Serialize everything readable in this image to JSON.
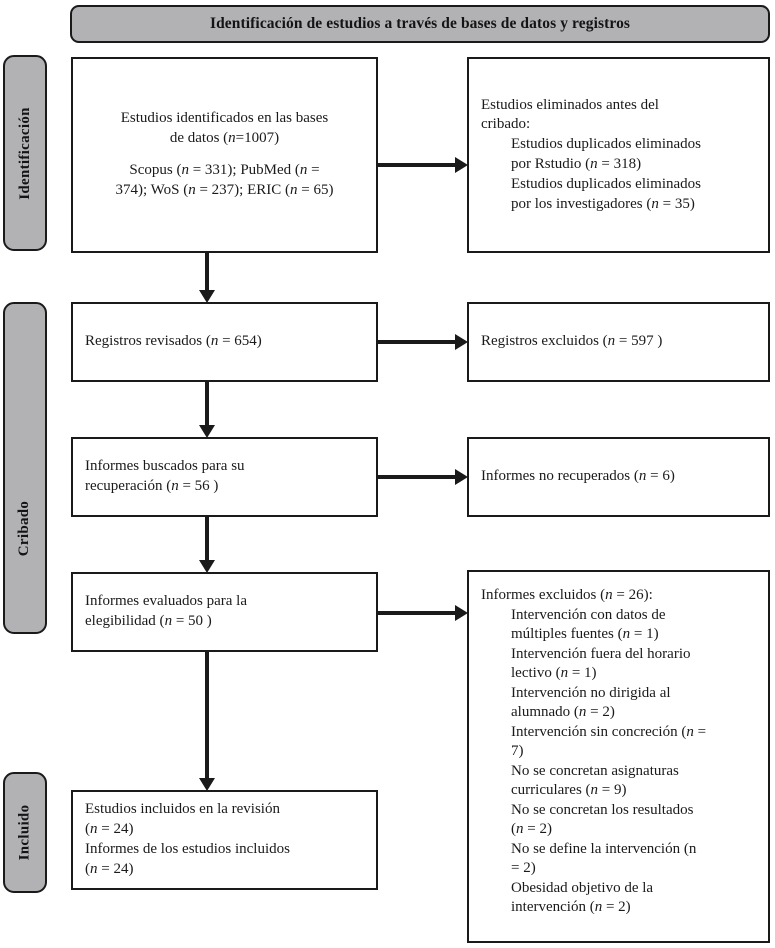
{
  "header": {
    "title": "Identificación de estudios a través de bases de datos y registros"
  },
  "stages": {
    "identificacion": "Identificación",
    "cribado": "Cribado",
    "incluido": "Incluido"
  },
  "boxes": {
    "identificados": {
      "line1": "Estudios identificados en las bases",
      "line2": "de datos (n=1007)",
      "line3": "Scopus (n = 331); PubMed (n =",
      "line4": "374); WoS (n = 237); ERIC (n = 65)"
    },
    "eliminados": {
      "line1": "Estudios eliminados antes del",
      "line2": "cribado:",
      "line3": "Estudios duplicados eliminados",
      "line4": "por Rstudio (n = 318)",
      "line5": "Estudios duplicados eliminados",
      "line6": "por los investigadores (n = 35)"
    },
    "revisados": {
      "line1": "Registros revisados (n = 654)"
    },
    "excluidos": {
      "line1": "Registros excluidos (n = 597 )"
    },
    "buscados": {
      "line1": "Informes buscados para su",
      "line2": "recuperación (n = 56 )"
    },
    "no_recuperados": {
      "line1": "Informes no recuperados (n = 6)"
    },
    "evaluados": {
      "line1": "Informes evaluados para la",
      "line2": "elegibilidad (n = 50 )"
    },
    "informes_excluidos": {
      "line1": "Informes excluidos (n = 26):",
      "line2": "Intervención con datos de",
      "line3": "múltiples fuentes (n = 1)",
      "line4": "Intervención fuera del horario",
      "line5": "lectivo (n = 1)",
      "line6": "Intervención no dirigida al",
      "line7": "alumnado (n = 2)",
      "line8": "Intervención sin concreción (n =",
      "line9": "7)",
      "line10": "No se concretan asignaturas",
      "line11": "curriculares (n = 9)",
      "line12": "No se concretan los resultados",
      "line13": "(n = 2)",
      "line14": "No se define la intervención (n",
      "line15": "= 2)",
      "line16": "Obesidad objetivo de la",
      "line17": "intervención (n = 2)"
    },
    "incluidos": {
      "line1": "Estudios incluidos en la revisión",
      "line2": "(n = 24)",
      "line3": "Informes de los estudios incluidos",
      "line4": "(n = 24)"
    }
  },
  "colors": {
    "stage_fill": "#b2b2b5",
    "stroke": "#1a1a1a",
    "box_fill": "#ffffff"
  },
  "chart_data": {
    "type": "diagram",
    "subtype": "prisma-flow",
    "title": "Identificación de estudios a través de bases de datos y registros",
    "stages": [
      "Identificación",
      "Cribado",
      "Incluido"
    ],
    "nodes": [
      {
        "id": "identificados",
        "stage": "Identificación",
        "side": "left",
        "n": 1007,
        "sources": [
          {
            "name": "Scopus",
            "n": 331
          },
          {
            "name": "PubMed",
            "n": 374
          },
          {
            "name": "WoS",
            "n": 237
          },
          {
            "name": "ERIC",
            "n": 65
          }
        ]
      },
      {
        "id": "eliminados",
        "stage": "Identificación",
        "side": "right",
        "reasons": [
          {
            "label": "Estudios duplicados eliminados por Rstudio",
            "n": 318
          },
          {
            "label": "Estudios duplicados eliminados por los investigadores",
            "n": 35
          }
        ]
      },
      {
        "id": "revisados",
        "stage": "Cribado",
        "side": "left",
        "n": 654
      },
      {
        "id": "excluidos",
        "stage": "Cribado",
        "side": "right",
        "n": 597
      },
      {
        "id": "buscados",
        "stage": "Cribado",
        "side": "left",
        "n": 56
      },
      {
        "id": "no_recuperados",
        "stage": "Cribado",
        "side": "right",
        "n": 6
      },
      {
        "id": "evaluados",
        "stage": "Cribado",
        "side": "left",
        "n": 50
      },
      {
        "id": "informes_excluidos",
        "stage": "Cribado",
        "side": "right",
        "n": 26,
        "reasons": [
          {
            "label": "Intervención con datos de múltiples fuentes",
            "n": 1
          },
          {
            "label": "Intervención fuera del horario lectivo",
            "n": 1
          },
          {
            "label": "Intervención no dirigida al alumnado",
            "n": 2
          },
          {
            "label": "Intervención sin concreción",
            "n": 7
          },
          {
            "label": "No se concretan asignaturas curriculares",
            "n": 9
          },
          {
            "label": "No se concretan los resultados",
            "n": 2
          },
          {
            "label": "No se define la intervención",
            "n": 2
          },
          {
            "label": "Obesidad objetivo de la intervención",
            "n": 2
          }
        ]
      },
      {
        "id": "incluidos",
        "stage": "Incluido",
        "side": "left",
        "items": [
          {
            "label": "Estudios incluidos en la revisión",
            "n": 24
          },
          {
            "label": "Informes de los estudios incluidos",
            "n": 24
          }
        ]
      }
    ],
    "edges": [
      {
        "from": "identificados",
        "to": "eliminados",
        "dir": "right"
      },
      {
        "from": "identificados",
        "to": "revisados",
        "dir": "down"
      },
      {
        "from": "revisados",
        "to": "excluidos",
        "dir": "right"
      },
      {
        "from": "revisados",
        "to": "buscados",
        "dir": "down"
      },
      {
        "from": "buscados",
        "to": "no_recuperados",
        "dir": "right"
      },
      {
        "from": "buscados",
        "to": "evaluados",
        "dir": "down"
      },
      {
        "from": "evaluados",
        "to": "informes_excluidos",
        "dir": "right"
      },
      {
        "from": "evaluados",
        "to": "incluidos",
        "dir": "down"
      }
    ]
  }
}
